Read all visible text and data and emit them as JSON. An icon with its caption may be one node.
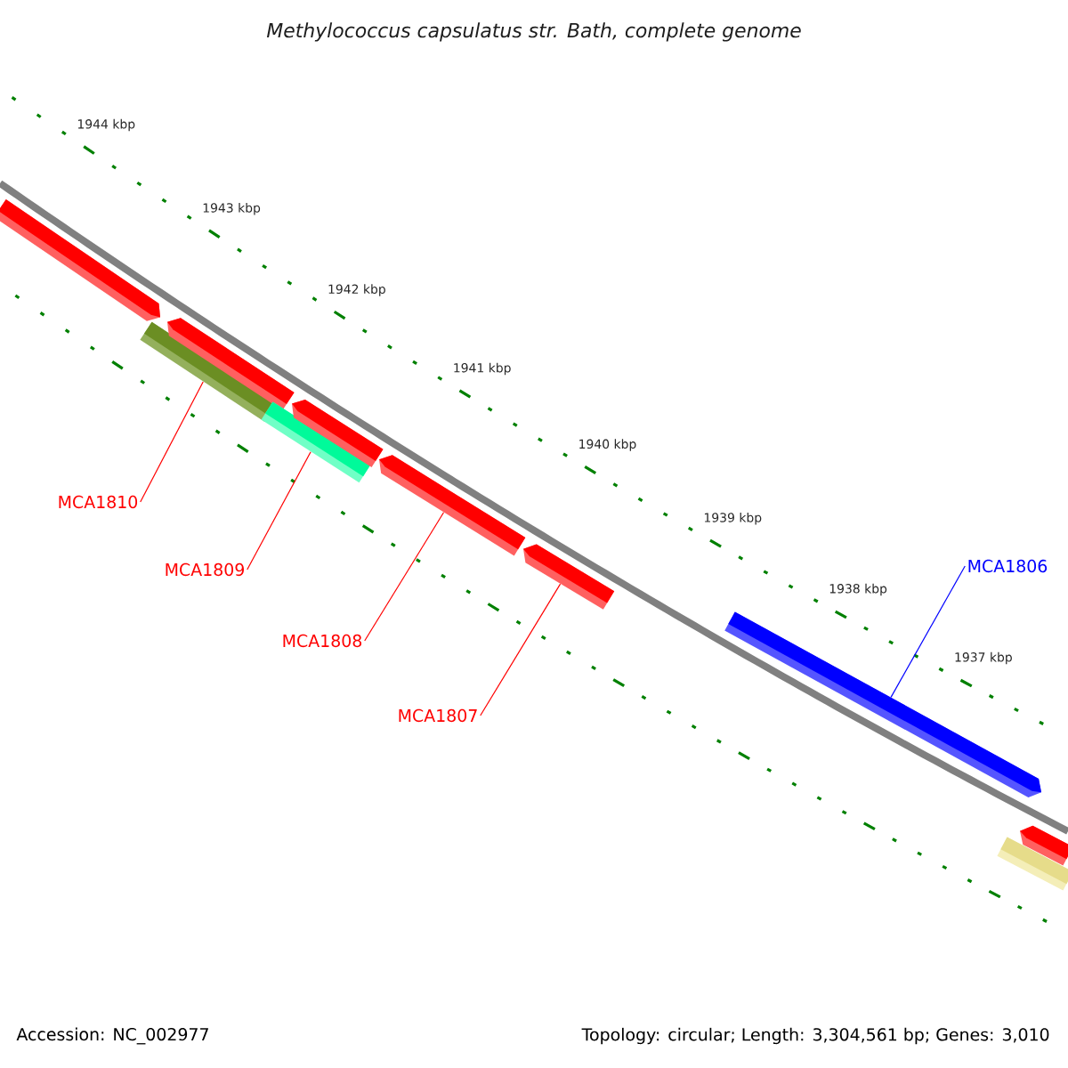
{
  "diagram": {
    "title": "Methylococcus capsulatus str. Bath, complete genome",
    "nodes": [
      {
        "text": [
          "MCA1810"
        ]
      },
      {
        "text": [
          "MCA1809"
        ]
      },
      {
        "text": [
          "MCA1808"
        ]
      },
      {
        "text": [
          "MCA1807"
        ]
      },
      {
        "text": [
          "MCA1806"
        ]
      },
      {
        "text": [],
        "shape": "bar"
      },
      {
        "text": [],
        "shape": "bar"
      },
      {
        "text": [],
        "shape": "bar"
      },
      {
        "text": [],
        "shape": "bar"
      },
      {
        "text": [],
        "shape": "bar"
      },
      {
        "text": [],
        "shape": "bar"
      },
      {
        "text": [],
        "shape": "bar"
      },
      {
        "text": [],
        "shape": "bar"
      },
      {
        "text": [],
        "shape": "bar"
      },
      {
        "text": [],
        "shape": "bar"
      }
    ],
    "edges": [
      {
        "from": 0,
        "to": 6,
        "arrow": "none"
      },
      {
        "from": 1,
        "to": 8,
        "arrow": "none"
      },
      {
        "from": 2,
        "to": 10,
        "arrow": "none"
      },
      {
        "from": 3,
        "to": 11,
        "arrow": "none"
      },
      {
        "from": 4,
        "to": 12,
        "arrow": "none",
        "color": "#0000ff"
      }
    ],
    "labels": [
      "1944 kbp",
      "1943 kbp",
      "1942 kbp",
      "1941 kbp",
      "1940 kbp",
      "1939 kbp",
      "1938 kbp",
      "1937 kbp",
      "Accession: NC_002977",
      "Topology: circular; Length: 3,304,561 bp; Genes: 3,010"
    ]
  }
}
